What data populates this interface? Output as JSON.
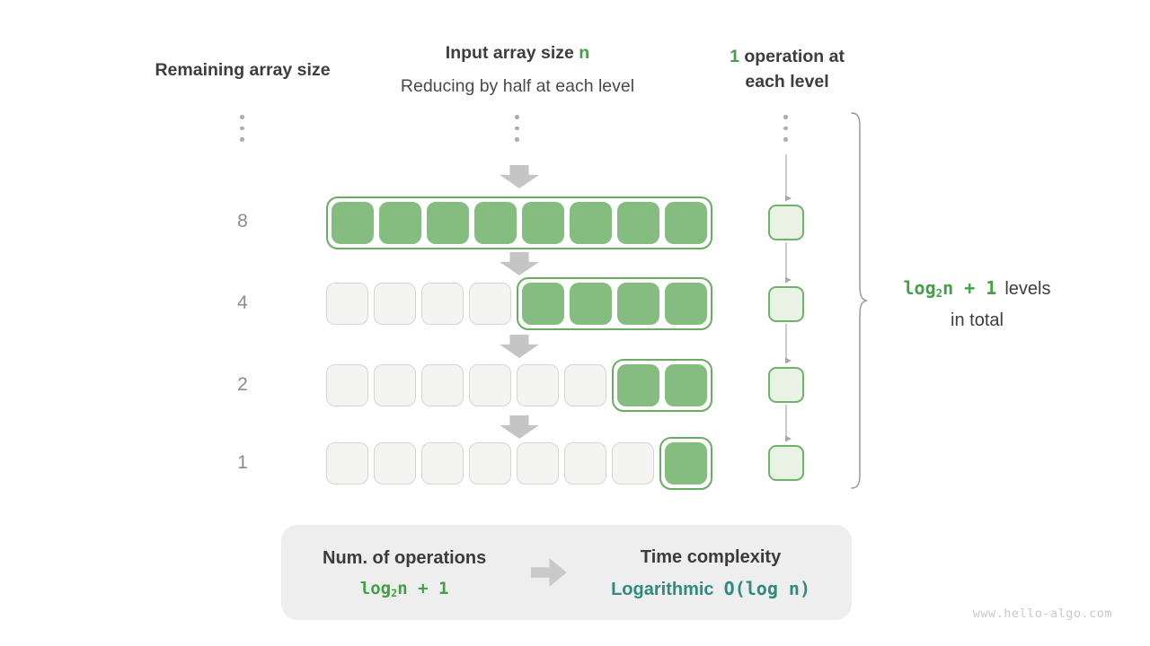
{
  "headers": {
    "left": "Remaining array size",
    "center_line1_prefix": "Input array size ",
    "center_line1_n": "n",
    "center_line2": "Reducing by half at each level",
    "right_one": "1",
    "right_rest": " operation at",
    "right_line2": "each level"
  },
  "rows": [
    {
      "label": "8",
      "gray": 0,
      "green": 8
    },
    {
      "label": "4",
      "gray": 4,
      "green": 4
    },
    {
      "label": "2",
      "gray": 6,
      "green": 2
    },
    {
      "label": "1",
      "gray": 7,
      "green": 1
    }
  ],
  "ops_column": {
    "count": 4
  },
  "brace_label": {
    "formula_log": "log",
    "formula_sub": "2",
    "formula_rest": "n + 1",
    "suffix": "levels",
    "line2": "in total"
  },
  "summary": {
    "operations_label": "Num. of operations",
    "operations_formula_log": "log",
    "operations_formula_sub": "2",
    "operations_formula_rest": "n + 1",
    "complexity_label": "Time complexity",
    "complexity_value_name": "Logarithmic",
    "complexity_value_big_o": "O(log n)"
  },
  "colors": {
    "green_fill": "#85bc80",
    "green_border": "#69ad63",
    "green_text": "#43a047",
    "teal_text": "#2f8b80",
    "gray_fill": "#f4f4f3",
    "op_fill": "#e8f2e5"
  },
  "watermark": "www.hello-algo.com"
}
